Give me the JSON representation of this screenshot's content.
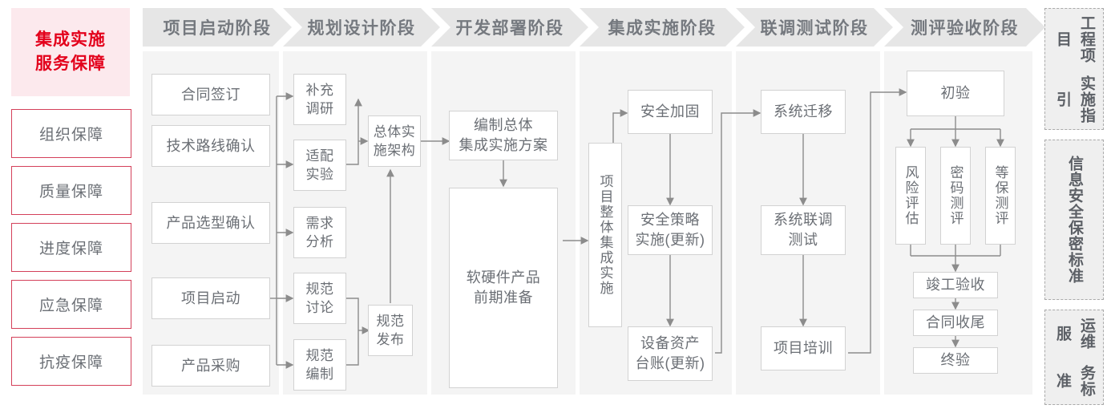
{
  "left_sidebar": {
    "title": "集成实施\n服务保障",
    "title_lines": [
      "集成实施",
      "服务保障"
    ],
    "items": [
      {
        "label": "组织保障"
      },
      {
        "label": "质量保障"
      },
      {
        "label": "进度保障"
      },
      {
        "label": "应急保障"
      },
      {
        "label": "抗疫保障"
      }
    ],
    "colors": {
      "title_bg": "#fce9ed",
      "title_text": "#e3001b",
      "item_border": "#d4405a",
      "item_text": "#6b6f75"
    }
  },
  "phases": [
    {
      "id": "phase-1",
      "title": "项目启动阶段"
    },
    {
      "id": "phase-2",
      "title": "规划设计阶段"
    },
    {
      "id": "phase-3",
      "title": "开发部署阶段"
    },
    {
      "id": "phase-4",
      "title": "集成实施阶段"
    },
    {
      "id": "phase-5",
      "title": "联调测试阶段"
    },
    {
      "id": "phase-6",
      "title": "测评验收阶段"
    }
  ],
  "nodes": {
    "p1_n1": "合同签订",
    "p1_n2": "技术路线确认",
    "p1_n3": "产品选型确认",
    "p1_n4": "项目启动",
    "p1_n5": "产品采购",
    "p2_n1": "补充\n调研",
    "p2_n2": "适配\n实验",
    "p2_n3": "需求\n分析",
    "p2_n4": "规范\n讨论",
    "p2_n5": "规范\n编制",
    "p2_arch": "总体实\n施架构",
    "p2_pub": "规范\n发布",
    "p3_n1": "编制总体\n集成实施方案",
    "p3_n2": "软硬件产品\n前期准备",
    "p4_main": "项目整体集成实施",
    "p4_n1": "安全加固",
    "p4_n2": "安全策略\n实施(更新)",
    "p4_n3": "设备资产\n台账(更新)",
    "p5_n1": "系统迁移",
    "p5_n2": "系统联调\n测试",
    "p5_n3": "项目培训",
    "p6_n1": "初验",
    "p6_n2": "风险评估",
    "p6_n3": "密码测评",
    "p6_n4": "等保测评",
    "p6_n5": "竣工验收",
    "p6_n6": "合同收尾",
    "p6_n7": "终验"
  },
  "right_sidebar": {
    "items": [
      {
        "label": "工程项目实施指引"
      },
      {
        "label": "信息安全保密标准"
      },
      {
        "label": "运维服务标准"
      }
    ],
    "colors": {
      "bg": "#efefef",
      "border": "#a9a9a9",
      "text": "#5c6066"
    }
  },
  "theme": {
    "panel_bg": "#f4f4f4",
    "header_bg": "#e6e6e6",
    "header_text": "#75797f",
    "node_border": "#d2d2d2",
    "node_text": "#6b6f75",
    "wire": "#8c8c8c"
  }
}
